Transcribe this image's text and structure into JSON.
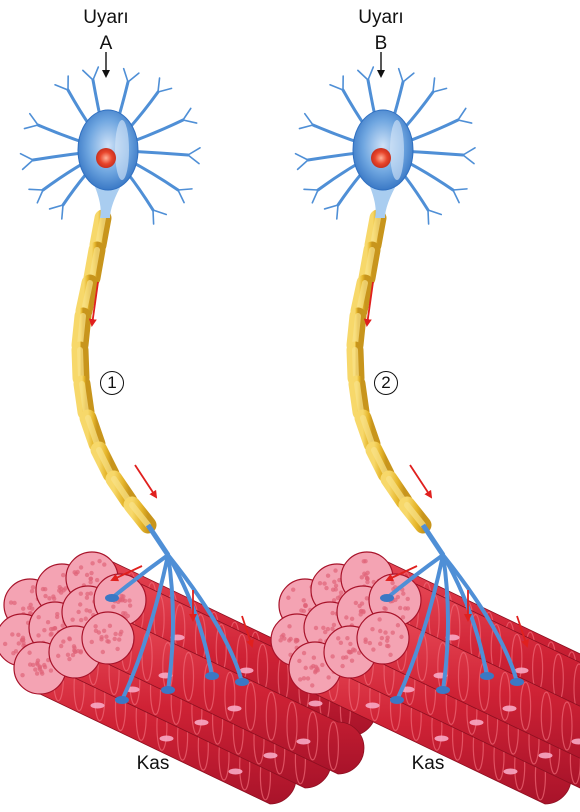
{
  "panels": [
    {
      "stimulus_label": "Uyarı",
      "stimulus_letter": "A",
      "neuron_number": "1",
      "muscle_label": "Kas"
    },
    {
      "stimulus_label": "Uyarı",
      "stimulus_letter": "B",
      "neuron_number": "2",
      "muscle_label": "Kas"
    }
  ],
  "colors": {
    "neuron_body": "#4f8fd6",
    "nucleus": "#e0503a",
    "myelin": "#e8b92a",
    "muscle": "#d42a3a",
    "arrow": "#e0201e"
  }
}
